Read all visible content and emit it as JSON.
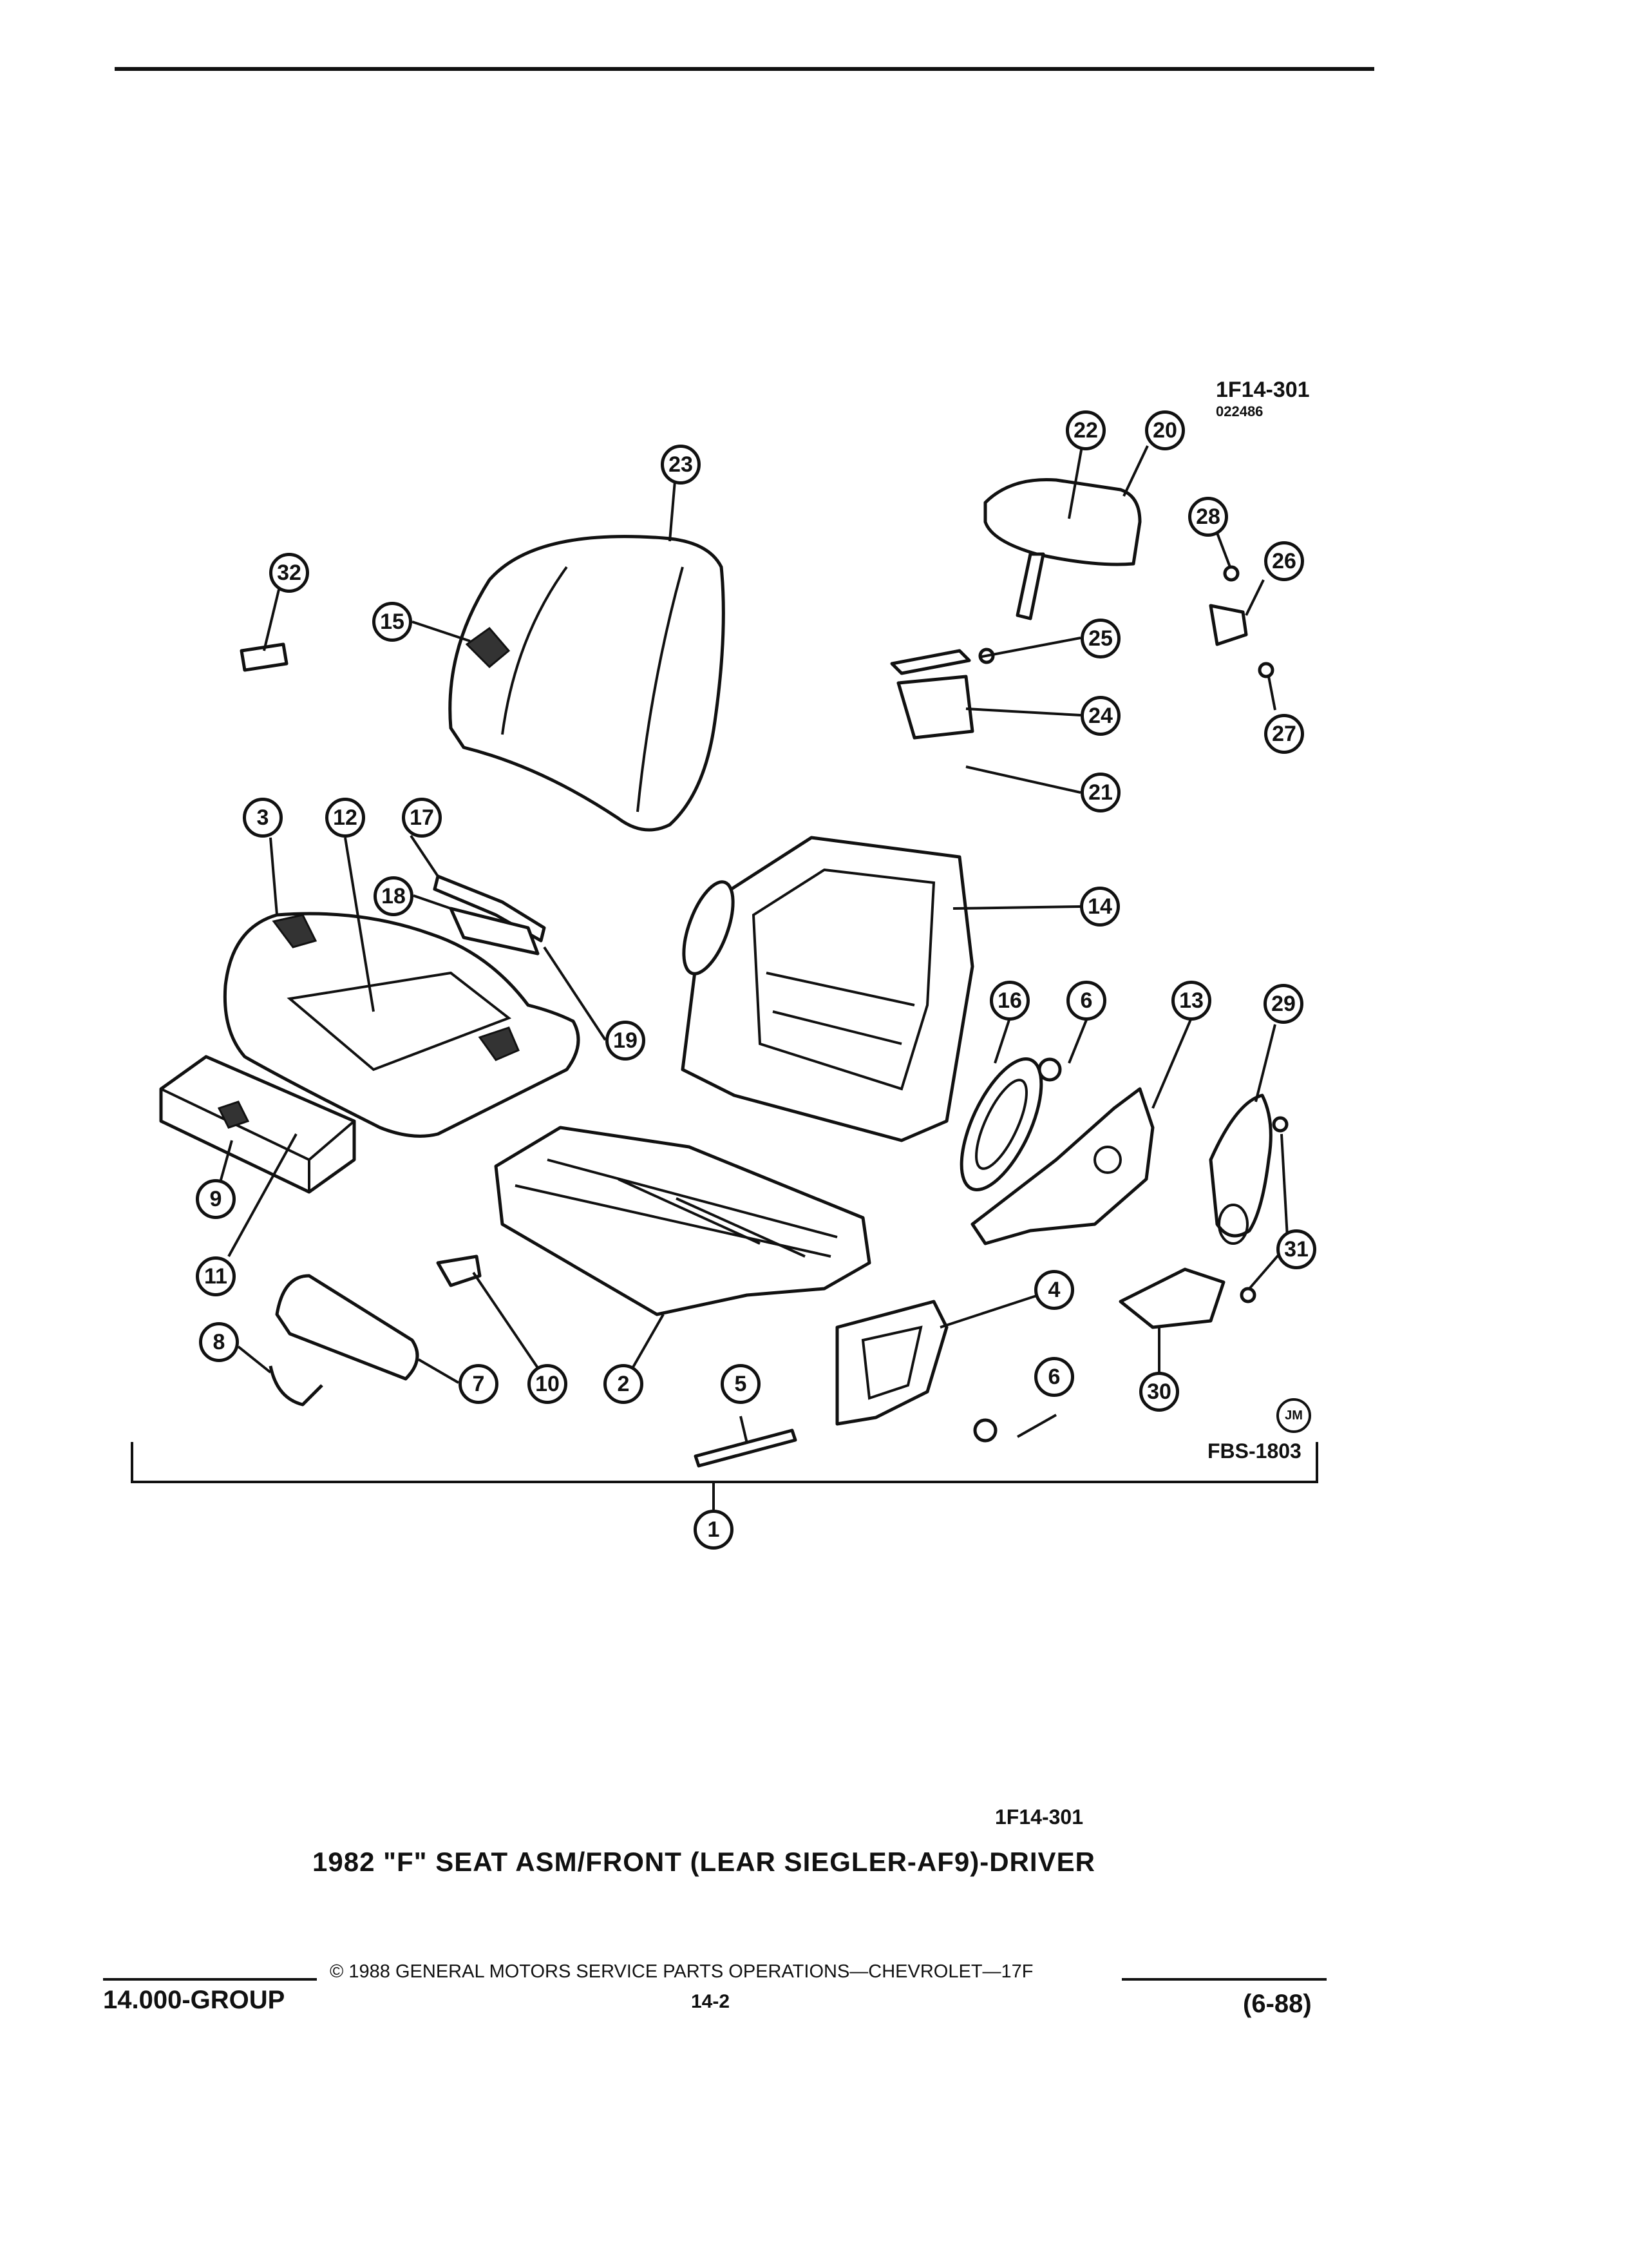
{
  "figure": {
    "code": "1F14-301",
    "date_code": "022486",
    "drawing_number": "FBS-1803",
    "artist_mark": "JM"
  },
  "callouts": {
    "c1": "1",
    "c2": "2",
    "c3": "3",
    "c4": "4",
    "c5": "5",
    "c6a": "6",
    "c6b": "6",
    "c7": "7",
    "c8": "8",
    "c9": "9",
    "c10": "10",
    "c11": "11",
    "c12": "12",
    "c13": "13",
    "c14": "14",
    "c15": "15",
    "c16": "16",
    "c17": "17",
    "c18": "18",
    "c19": "19",
    "c20": "20",
    "c21": "21",
    "c22": "22",
    "c23": "23",
    "c24": "24",
    "c25": "25",
    "c26": "26",
    "c27": "27",
    "c28": "28",
    "c29": "29",
    "c30": "30",
    "c31": "31",
    "c32": "32"
  },
  "caption": {
    "code": "1F14-301",
    "title": "1982 \"F\" SEAT ASM/FRONT (LEAR SIEGLER-AF9)-DRIVER"
  },
  "footer": {
    "copyright": "© 1988 GENERAL MOTORS SERVICE PARTS OPERATIONS—CHEVROLET—17F",
    "group": "14.000-GROUP",
    "page": "14-2",
    "revision": "(6-88)"
  }
}
